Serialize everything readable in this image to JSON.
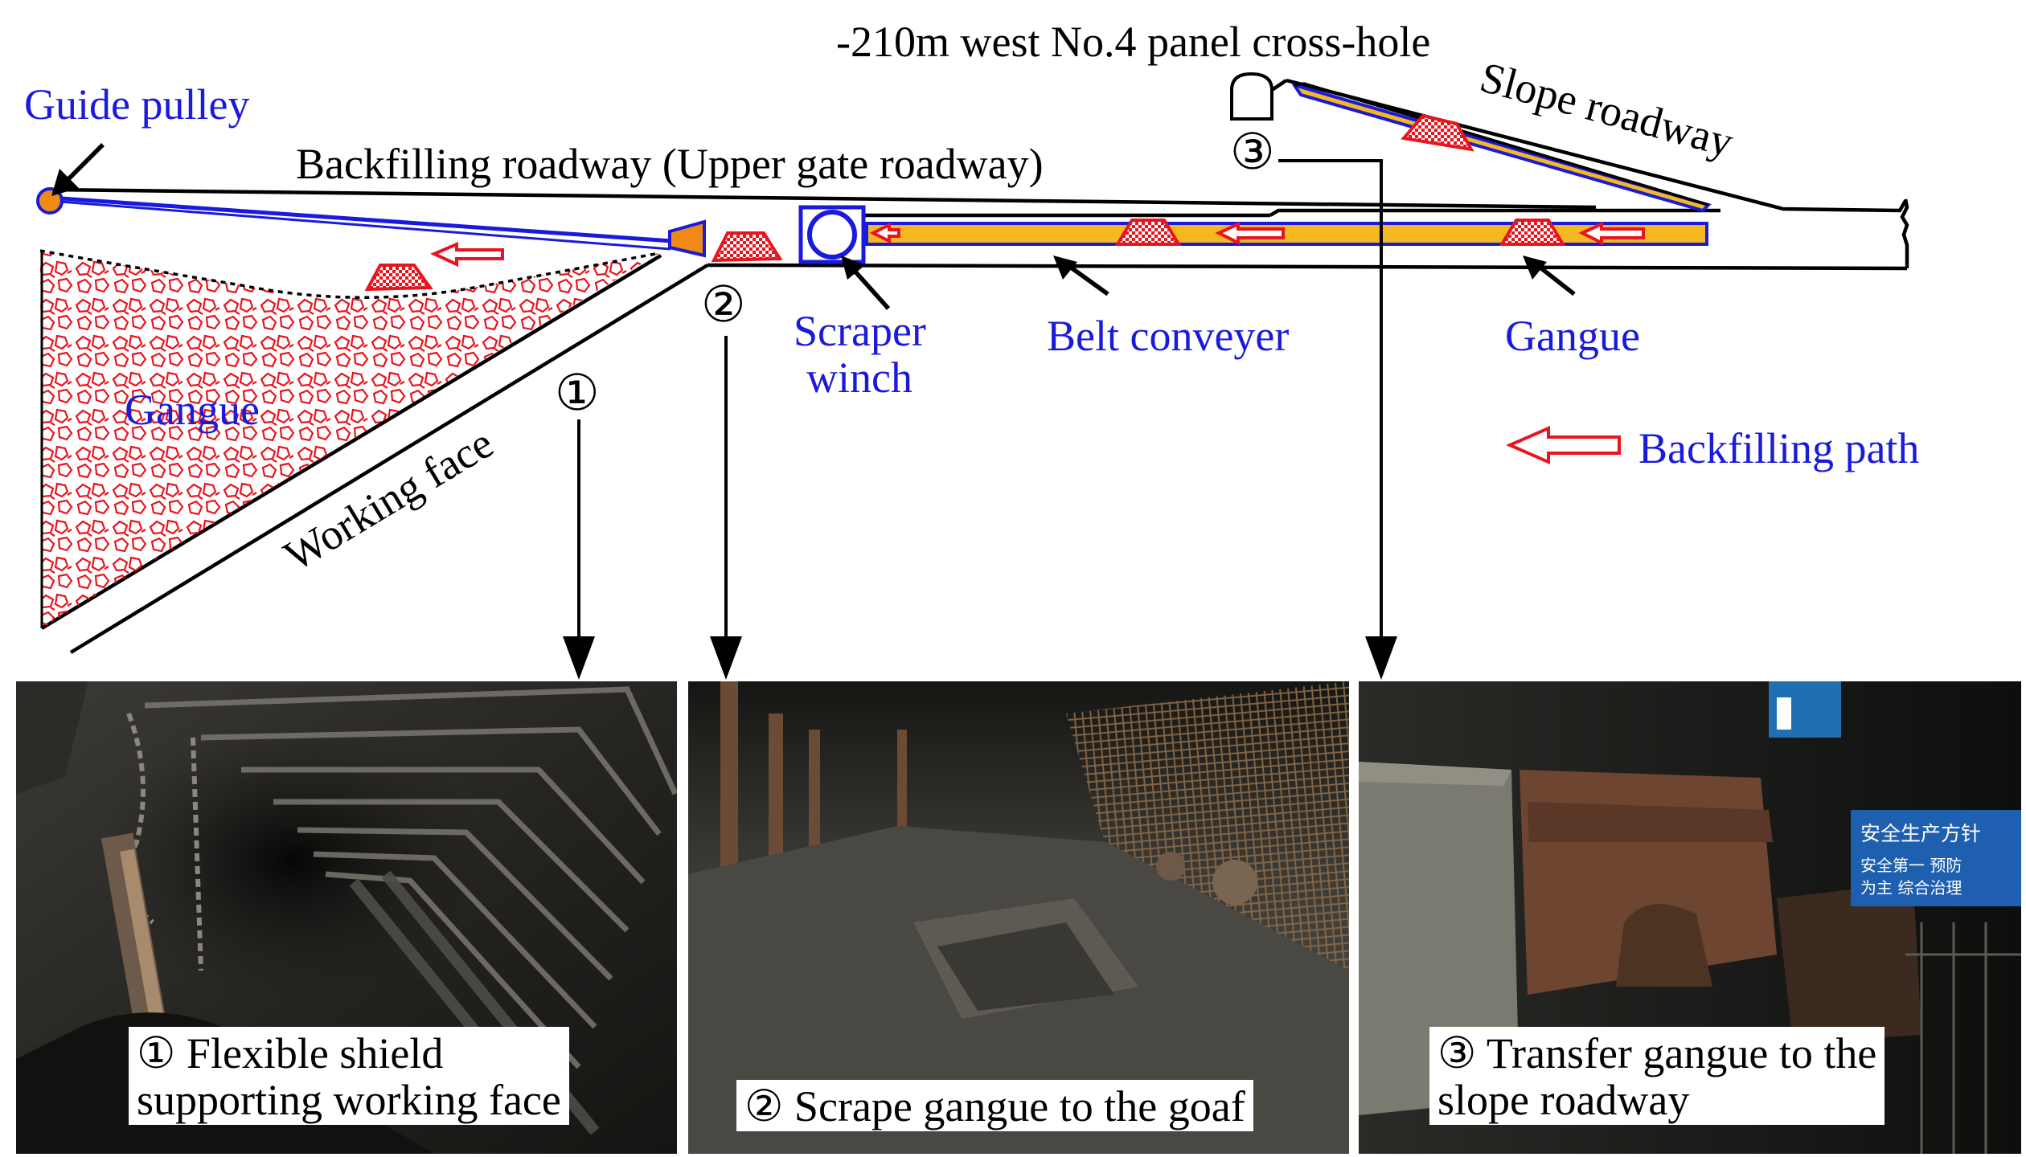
{
  "diagram": {
    "title": "-210m west No.4 panel cross-hole",
    "labels": {
      "guide_pulley": "Guide pulley",
      "backfilling_roadway": "Backfilling roadway (Upper gate roadway)",
      "slope_roadway": "Slope roadway",
      "scraper_line1": "Scraper",
      "scraper_line2": "winch",
      "belt_conveyer": "Belt conveyer",
      "gangue_right": "Gangue",
      "gangue_left": "Gangue",
      "working_face": "Working face",
      "backfilling_path": "Backfilling path"
    },
    "markers": {
      "m1": "①",
      "m2": "②",
      "m3": "③"
    },
    "colors": {
      "blue": "#1a1adc",
      "red": "#e8141e",
      "orange": "#f0a81e",
      "conveyor_fill": "#f5b820"
    }
  },
  "photos": [
    {
      "caption_line1": "① Flexible shield",
      "caption_line2": "supporting working face"
    },
    {
      "caption_line1": "② Scrape gangue to the goaf"
    },
    {
      "caption_line1": "③ Transfer gangue to the",
      "caption_line2": "slope roadway",
      "sign_title": "安全生产方针",
      "sign_line1": "安全第一 预防",
      "sign_line2": "为主 综合治理"
    }
  ]
}
